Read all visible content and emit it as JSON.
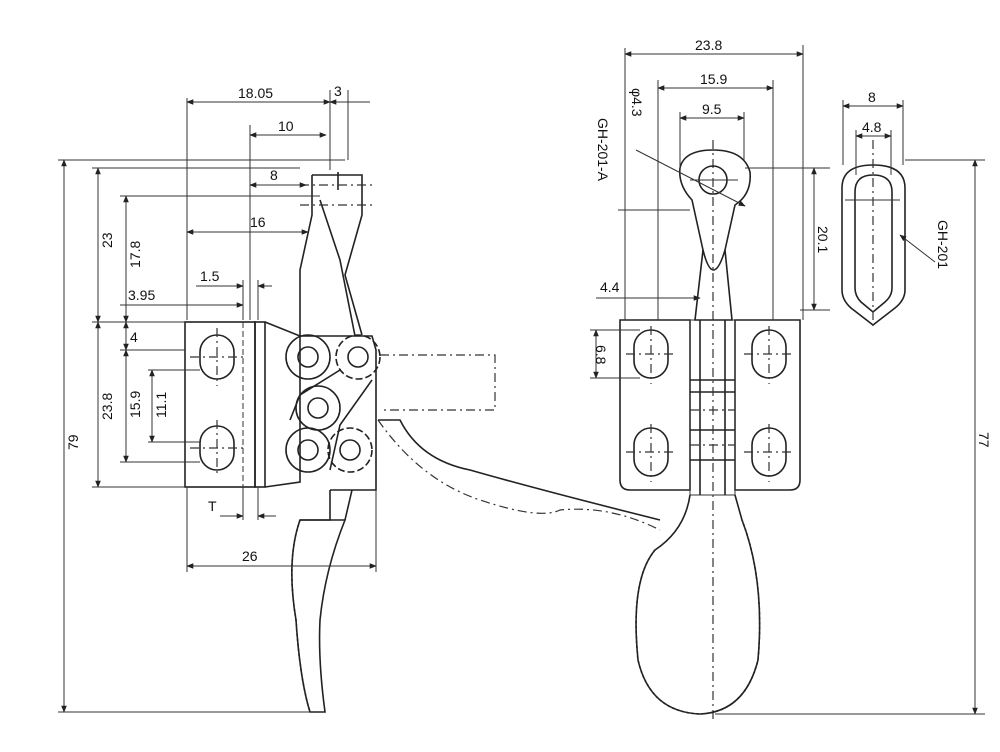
{
  "dimensions": {
    "d_18_05": "18.05",
    "d_3": "3",
    "d_10": "10",
    "d_8_left": "8",
    "d_16": "16",
    "d_1_5": "1.5",
    "d_3_95": "3.95",
    "d_23": "23",
    "d_17_8": "17.8",
    "d_4": "4",
    "d_23_8_left": "23.8",
    "d_15_9_left": "15.9",
    "d_11_1": "11.1",
    "d_79": "79",
    "d_T": "T",
    "d_26": "26",
    "d_23_8_top": "23.8",
    "d_15_9_top": "15.9",
    "d_9_5": "9.5",
    "d_phi_4_3": "φ4.3",
    "d_4_4": "4.4",
    "d_6_8": "6.8",
    "d_20_1": "20.1",
    "d_77": "77",
    "d_8_right": "8",
    "d_4_8": "4.8"
  },
  "labels": {
    "part_a": "GH-201-A",
    "part_b": "GH-201"
  }
}
